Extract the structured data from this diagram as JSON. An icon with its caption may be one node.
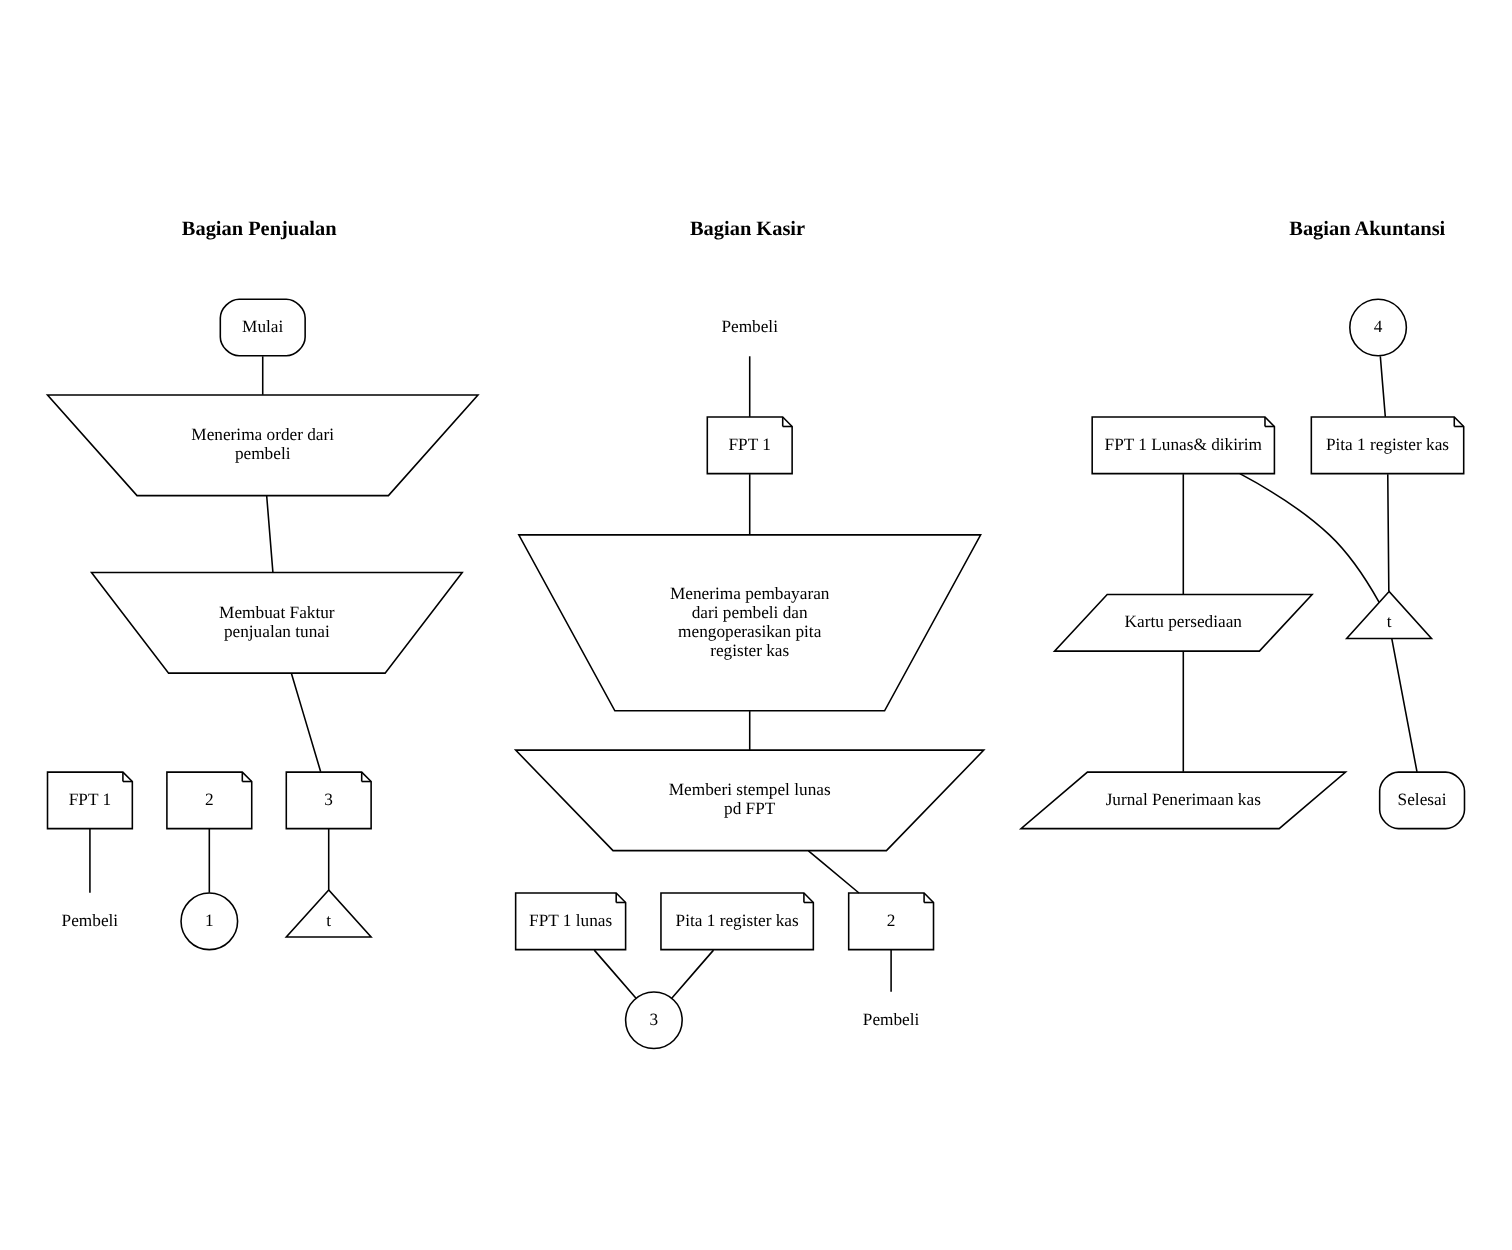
{
  "diagram": {
    "nodes": [
      {
        "text": [
          "Mulai"
        ]
      },
      {
        "text": [
          "Menerima order dari pembeli"
        ]
      },
      {
        "text": [
          "Membuat Faktur penjualan tunai"
        ]
      },
      {
        "text": [
          "3"
        ]
      },
      {
        "text": [
          "2"
        ]
      },
      {
        "text": [
          "FPT 1"
        ]
      },
      {
        "text": [
          "t"
        ]
      },
      {
        "text": [
          "Pembeli"
        ]
      },
      {
        "text": [
          "1"
        ]
      },
      {
        "text": [
          "Pembeli"
        ]
      },
      {
        "text": [
          "FPT 1"
        ]
      },
      {
        "text": [
          "Menerima pembayaran dari pembeli dan mengoperasikan pita register kas"
        ]
      },
      {
        "text": [
          "Memberi stempel lunas pd FPT"
        ]
      },
      {
        "text": [
          "2"
        ]
      },
      {
        "text": [
          "Pita 1 register kas"
        ]
      },
      {
        "text": [
          "FPT 1 lunas"
        ]
      },
      {
        "text": [
          "3"
        ]
      },
      {
        "text": [
          "Pembeli"
        ]
      },
      {
        "text": [
          "4"
        ]
      },
      {
        "text": [
          "Pita 1 register kas"
        ]
      },
      {
        "text": [
          "FPT 1 Lunas& dikirim"
        ]
      },
      {
        "text": [
          "Kartu persediaan"
        ]
      },
      {
        "text": [
          "Jurnal Penerimaan kas"
        ]
      },
      {
        "text": [
          "t"
        ]
      },
      {
        "text": [
          "Selesai"
        ]
      }
    ],
    "edges": [
      {
        "from": 0,
        "to": 1,
        "arrow": "none"
      },
      {
        "from": 1,
        "to": 2,
        "arrow": "none"
      },
      {
        "from": 2,
        "to": 3,
        "arrow": "none"
      },
      {
        "from": 3,
        "to": 6,
        "arrow": "none"
      },
      {
        "from": 4,
        "to": 8,
        "arrow": "none"
      },
      {
        "from": 5,
        "to": 7,
        "arrow": "none"
      },
      {
        "from": 9,
        "to": 10,
        "arrow": "none"
      },
      {
        "from": 10,
        "to": 11,
        "arrow": "none"
      },
      {
        "from": 11,
        "to": 12,
        "arrow": "none"
      },
      {
        "from": 12,
        "to": 13,
        "arrow": "none"
      },
      {
        "from": 13,
        "to": 17,
        "arrow": "none"
      },
      {
        "from": 14,
        "to": 16,
        "arrow": "none"
      },
      {
        "from": 15,
        "to": 16,
        "arrow": "none"
      },
      {
        "from": 18,
        "to": 19,
        "arrow": "none"
      },
      {
        "from": 20,
        "to": 21,
        "arrow": "none"
      },
      {
        "from": 21,
        "to": 22,
        "arrow": "none"
      },
      {
        "from": 19,
        "to": 23,
        "arrow": "none"
      },
      {
        "from": 20,
        "to": 23,
        "arrow": "none"
      },
      {
        "from": 23,
        "to": 24,
        "arrow": "none"
      }
    ],
    "labels": [
      "Bagian Penjualan",
      "Bagian Kasir",
      "Bagian Akuntansi"
    ]
  }
}
